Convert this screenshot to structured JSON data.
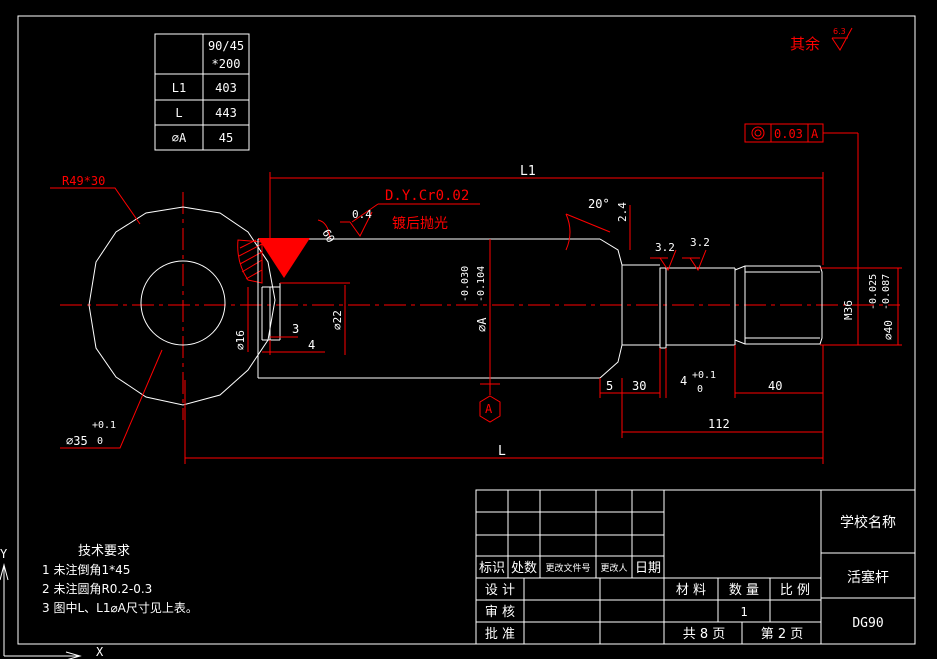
{
  "dim_table": {
    "header": "90/45\n*200",
    "header_line1": "90/45",
    "header_line2": "*200",
    "rows": [
      {
        "label": "L1",
        "value": "403"
      },
      {
        "label": "L",
        "value": "443"
      },
      {
        "label": "⌀A",
        "value": "45"
      }
    ]
  },
  "roughness_note": {
    "label": "其余",
    "value": "6.3"
  },
  "tolerance_frame": {
    "symbol": "◎",
    "value": "0.03",
    "datum": "A"
  },
  "dims": {
    "r_eye": "R49*30",
    "l1": "L1",
    "l": "L",
    "plating": "D.Y.Cr0.02",
    "plating_note": "镀后抛光",
    "rough_04": "0.4",
    "angle_60": "60",
    "angle_20": "20°",
    "dim_24": "2.4",
    "rough_32a": "3.2",
    "rough_32b": "3.2",
    "dim_3": "3",
    "dim_4": "4",
    "dia_16": "⌀16",
    "dia_22": "⌀22",
    "dia_a": "⌀A",
    "tol_a_upper": "-0.030",
    "tol_a_lower": "-0.104",
    "m36": "M36",
    "dia_40": "⌀40",
    "tol_40_upper": "-0.025",
    "tol_40_lower": "-0.087",
    "dim_5": "5",
    "dim_30": "30",
    "dim_4b": "4",
    "tol_4_upper": "+0.1",
    "tol_4_lower": "0",
    "dim_40": "40",
    "dim_112": "112",
    "dia_35": "⌀35",
    "tol_35_upper": "+0.1",
    "tol_35_lower": "0",
    "datum": "A"
  },
  "tech_req": {
    "title": "技术要求",
    "items": [
      "1 未注倒角1*45",
      "2 未注圆角R0.2-0.3",
      "3 图中L、L1⌀A尺寸见上表。"
    ]
  },
  "title_block": {
    "school": "学校名称",
    "part_name": "活塞杆",
    "drawing_no": "DG90",
    "rev_headers": [
      "标识",
      "处数",
      "更改文件号",
      "更改人",
      "日期"
    ],
    "design": "设 计",
    "review": "审 核",
    "approve": "批 准",
    "material": "材 料",
    "quantity": "数 量",
    "scale": "比 例",
    "quantity_value": "1",
    "total_sheets": "共 8 页",
    "sheet_no": "第 2 页"
  },
  "ucs": {
    "x": "X",
    "y": "Y"
  },
  "colors": {
    "outline": "#ffffff",
    "dimension": "#ff0000",
    "frame": "#ffffff",
    "center": "#ff0000"
  }
}
